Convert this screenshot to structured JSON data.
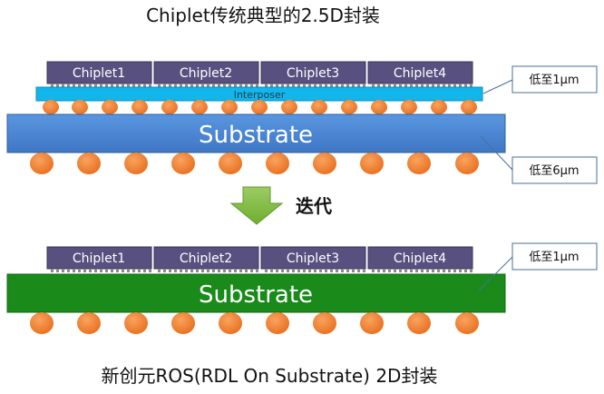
{
  "title_top": "Chiplet传统典型的2.5D封装",
  "title_bottom": "新创元ROS(RDL On Substrate) 2D封装",
  "iterate_label": "迭代",
  "top_package": {
    "chiplets": [
      "Chiplet1",
      "Chiplet2",
      "Chiplet3",
      "Chiplet4"
    ],
    "interposer_label": "Interposer",
    "substrate_label": "Substrate",
    "callout_interposer": "低至1μm",
    "callout_substrate": "低至6μm"
  },
  "bottom_package": {
    "chiplets": [
      "Chiplet1",
      "Chiplet2",
      "Chiplet3",
      "Chiplet4"
    ],
    "substrate_label": "Substrate",
    "callout_substrate": "低至1μm"
  },
  "colors": {
    "chiplet": "#58507f",
    "interposer": "#12b6ea",
    "substrate_top": "#4a86d3",
    "substrate_bottom": "#1a8a1a",
    "ball": "#f07c2e",
    "arrow": "#7fbf3f",
    "callout_border": "#4a6f99"
  }
}
